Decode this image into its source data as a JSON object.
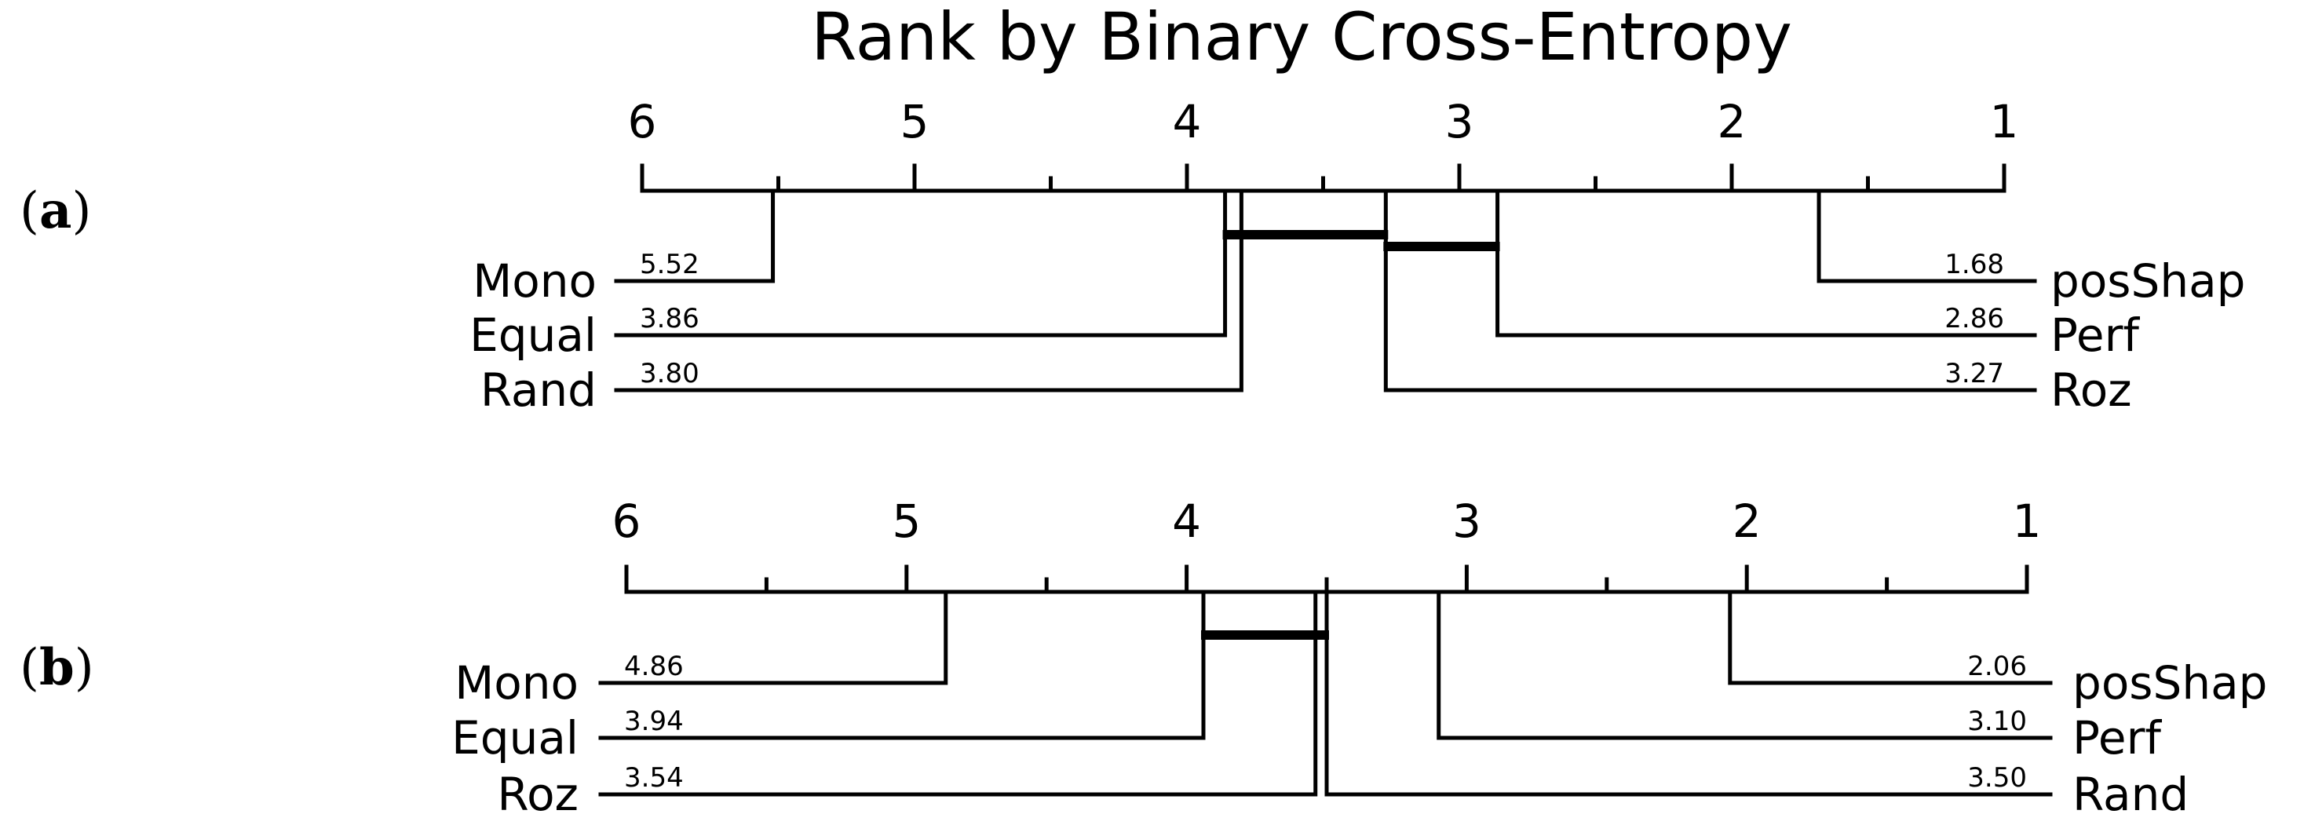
{
  "title": "Rank by Binary Cross-Entropy",
  "chart_data": [
    {
      "type": "critical-difference",
      "panel": "a",
      "axis_ticks": [
        6,
        5,
        4,
        3,
        2,
        1
      ],
      "xlim": [
        6,
        1
      ],
      "left_methods": [
        {
          "name": "Mono",
          "rank": 5.52,
          "rank_label": "5.52"
        },
        {
          "name": "Equal",
          "rank": 3.86,
          "rank_label": "3.86"
        },
        {
          "name": "Rand",
          "rank": 3.8,
          "rank_label": "3.80"
        }
      ],
      "right_methods": [
        {
          "name": "posShap",
          "rank": 1.68,
          "rank_label": "1.68"
        },
        {
          "name": "Perf",
          "rank": 2.86,
          "rank_label": "2.86"
        },
        {
          "name": "Roz",
          "rank": 3.27,
          "rank_label": "3.27"
        }
      ],
      "cliques": [
        [
          3.86,
          3.27
        ],
        [
          3.27,
          2.86
        ]
      ]
    },
    {
      "type": "critical-difference",
      "panel": "b",
      "axis_ticks": [
        6,
        5,
        4,
        3,
        2,
        1
      ],
      "xlim": [
        6,
        1
      ],
      "left_methods": [
        {
          "name": "Mono",
          "rank": 4.86,
          "rank_label": "4.86"
        },
        {
          "name": "Equal",
          "rank": 3.94,
          "rank_label": "3.94"
        },
        {
          "name": "Roz",
          "rank": 3.54,
          "rank_label": "3.54"
        }
      ],
      "right_methods": [
        {
          "name": "posShap",
          "rank": 2.06,
          "rank_label": "2.06"
        },
        {
          "name": "Perf",
          "rank": 3.1,
          "rank_label": "3.10"
        },
        {
          "name": "Rand",
          "rank": 3.5,
          "rank_label": "3.50"
        }
      ],
      "cliques": [
        [
          3.94,
          3.5
        ]
      ]
    }
  ],
  "colors": {
    "ink": "#000000",
    "background": "#ffffff"
  }
}
